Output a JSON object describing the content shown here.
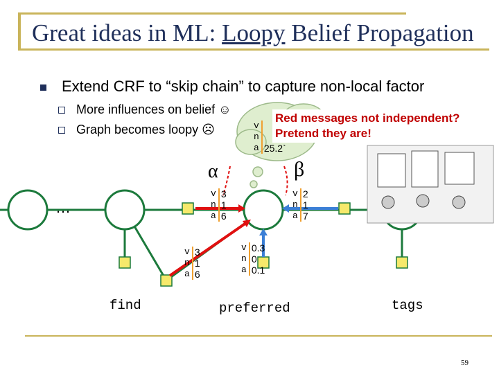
{
  "slide": {
    "title_prefix": "Great ideas in ML: ",
    "title_underlined": "Loopy",
    "title_suffix": " Belief Propagation",
    "bullet": "Extend CRF to “skip chain” to capture non-local factor",
    "sub_bullets": [
      "More influences on belief ☺",
      "Graph becomes loopy ☹"
    ],
    "callout_line1": "Red messages not independent?",
    "callout_line2": "Pretend they are!",
    "page_number": "59",
    "ellipsis": "…"
  },
  "greek": {
    "alpha": "α",
    "beta": "β"
  },
  "words": {
    "find": "find",
    "preferred": "preferred",
    "tags": "tags"
  },
  "tables": {
    "thought": {
      "keys": [
        "v",
        "n",
        "a"
      ],
      "values": [
        "",
        "",
        "25.2`"
      ]
    },
    "alpha_msg": {
      "keys": [
        "v",
        "n",
        "a"
      ],
      "values": [
        "3",
        "1",
        "6"
      ]
    },
    "beta_msg": {
      "keys": [
        "v",
        "n",
        "a"
      ],
      "values": [
        "2",
        "1",
        "7"
      ]
    },
    "left_msg": {
      "keys": [
        "v",
        "n",
        "a"
      ],
      "values": [
        "3",
        "1",
        "6"
      ]
    },
    "unary": {
      "keys": [
        "v",
        "n",
        "a"
      ],
      "values": [
        "0.3",
        "0",
        "0.1"
      ]
    }
  },
  "colors": {
    "node": "#1c7a3c",
    "factor": "#f6e96b",
    "red": "#e01010",
    "blue": "#3b7fd6",
    "thought": "#dfeecf"
  }
}
